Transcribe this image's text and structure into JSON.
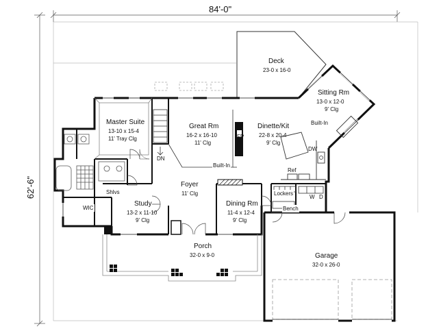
{
  "overall": {
    "width": "84'-0\"",
    "depth": "62'-6\""
  },
  "rooms": {
    "deck": {
      "name": "Deck",
      "dims": "23-0 x 16-0"
    },
    "sitting": {
      "name": "Sitting Rm",
      "dims": "13-0 x 12-0",
      "clg": "9' Clg"
    },
    "master": {
      "name": "Master Suite",
      "dims": "13-10 x 15-4",
      "clg": "11' Tray Clg"
    },
    "great": {
      "name": "Great Rm",
      "dims": "16-2 x 16-10",
      "clg": "11' Clg"
    },
    "dinette": {
      "name": "Dinette/Kit",
      "dims": "22-8 x 20-4",
      "clg": "9' Clg"
    },
    "foyer": {
      "name": "Foyer",
      "clg": "11' Clg"
    },
    "study": {
      "name": "Study",
      "dims": "13-2 x 11-10",
      "clg": "9' Clg"
    },
    "dining": {
      "name": "Dining Rm",
      "dims": "11-4 x 12-4",
      "clg": "9' Clg"
    },
    "porch": {
      "name": "Porch",
      "dims": "32-0 x 9-0"
    },
    "garage": {
      "name": "Garage",
      "dims": "32-0 x 26-0"
    }
  },
  "tags": {
    "fp": "FP",
    "dn": "DN",
    "built_in_great": "Built-In",
    "built_in_sitting": "Built-In",
    "dw": "DW",
    "ref": "Ref",
    "lockers": "Lockers",
    "bench": "Bench",
    "w": "W",
    "d": "D",
    "shlvs": "Shlvs",
    "wic": "WIC"
  },
  "colors": {
    "wall": "#111111",
    "dim_line": "#555555",
    "porch_line": "#888888"
  }
}
